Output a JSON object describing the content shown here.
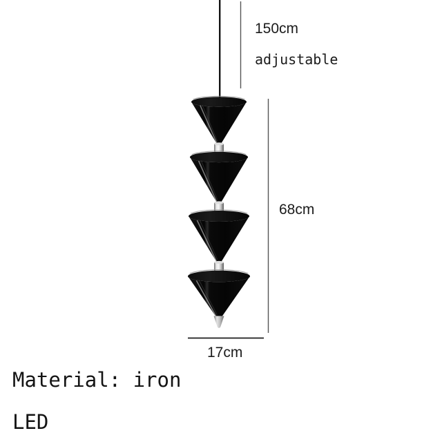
{
  "product": {
    "name": "cone-pendant-lamp",
    "body_color": "#0a0a0a",
    "highlight_color": "#c9c9c9",
    "chrome_color": "#c4c4c4",
    "cord_color": "#141414",
    "cone_count": 4
  },
  "dimensions": {
    "drop_length": {
      "value_label": "150cm",
      "qualifier_label": "adjustable",
      "line_color": "#555555"
    },
    "fixture_height": {
      "value_label": "68cm",
      "line_color": "#555555"
    },
    "fixture_width": {
      "value_label": "17cm",
      "line_color": "#1b1b1b"
    }
  },
  "specs": {
    "material_line": "Material: iron",
    "lamp_type_line": "LED"
  }
}
